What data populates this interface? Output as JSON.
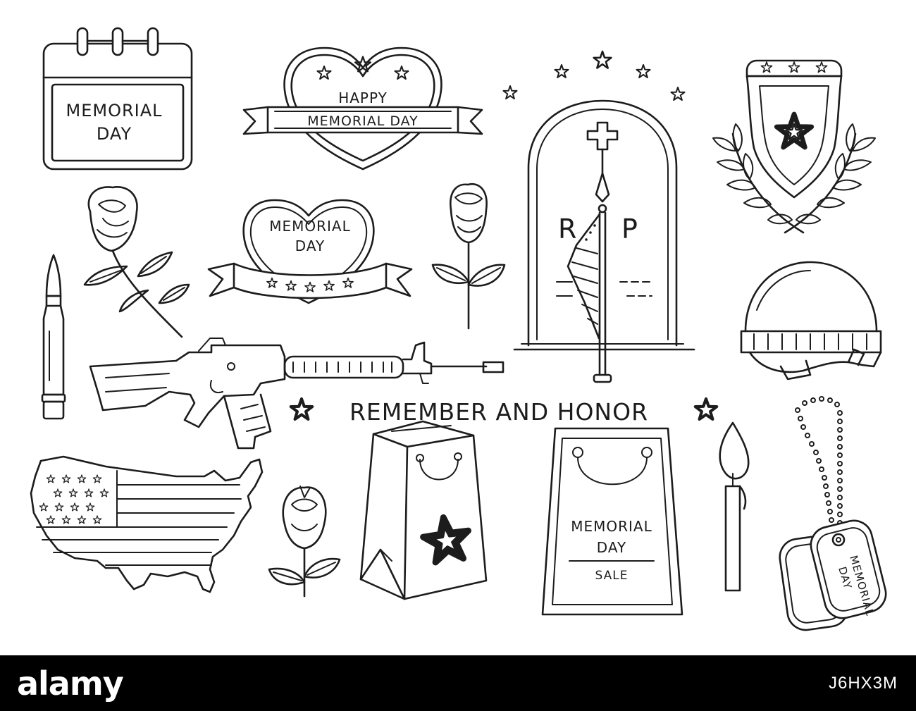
{
  "badges": {
    "calendar_line1": "MEMORIAL",
    "calendar_line2": "DAY",
    "heart_top_line1": "HAPPY",
    "heart_top_line2": "MEMORIAL DAY",
    "heart_mid_line1": "MEMORIAL",
    "heart_mid_line2": "DAY",
    "tombstone_r": "R",
    "tombstone_p": "P",
    "bag_line1": "MEMORIAL",
    "bag_line2": "DAY",
    "bag_sale": "SALE",
    "dogtag_line1": "MEMORIAL",
    "dogtag_line2": "DAY"
  },
  "banner": {
    "text": "REMEMBER AND HONOR"
  },
  "footer": {
    "logo": "alamy",
    "image_id": "J6HX3M"
  },
  "colors": {
    "line": "#1c1c1c",
    "background": "#ffffff",
    "footer_bg": "#000000"
  }
}
